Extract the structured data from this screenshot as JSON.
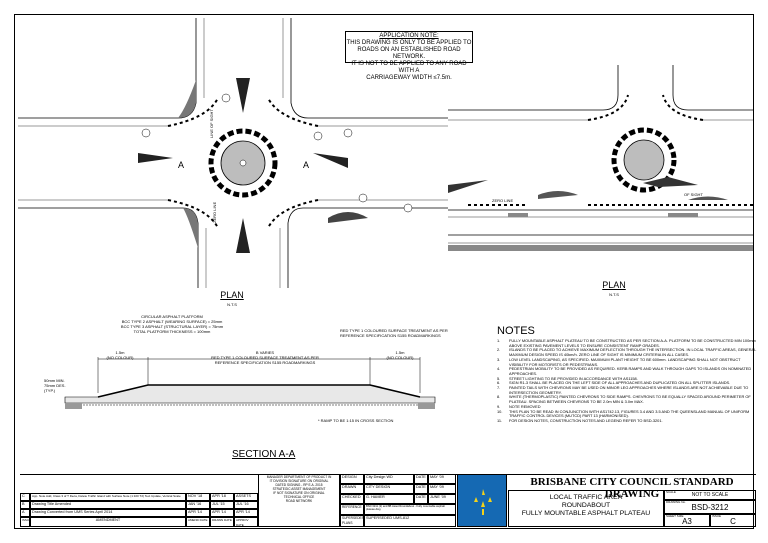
{
  "application_note": {
    "heading": "APPLICATION NOTE:",
    "lines": [
      "THIS DRAWING IS ONLY TO BE APPLIED TO",
      "ROADS ON AN ESTABLISHED ROAD NETWORK.",
      "IT IS NOT TO BE APPLIED TO ANY ROAD WITH A",
      "CARRIAGEWAY WIDTH ≤7.5m."
    ]
  },
  "plan_left": {
    "title": "PLAN",
    "scale": "N.T.S",
    "section_marks": [
      "A",
      "A"
    ],
    "labels": [
      "LINE OF SIGHT",
      "ZERO LINE"
    ]
  },
  "plan_right": {
    "title": "PLAN",
    "scale": "N.T.S",
    "labels": [
      "ZERO LINE",
      "OF SIGHT"
    ]
  },
  "section": {
    "title": "SECTION A-A",
    "callout_left": [
      "CIRCULAR ASPHALT PLATFORM",
      "BCC TYPE 2 ASPHALT (WEARING SURFACE) = 25mm",
      "BCC TYPE 3 ASPHALT (STRUCTURAL LAYER) = 75mm",
      "TOTAL PLATFORM THICKNESS = 100mm"
    ],
    "callout_right": [
      "RED TYPE 1 COLOURED SURFACE TREATMENT AS PER",
      "REFERENCE SPECIFICATION S155 ROADMARKINGS"
    ],
    "dim_left": {
      "value": "1.5m",
      "note": "(NO COLOUR)"
    },
    "dim_mid": {
      "value": "B VARIES",
      "note": "RED TYPE 1 COLOURED SURFACE TREATMENT AS PER",
      "note2": "REFERENCE SPECIFICATION S155 ROADMARKINGS"
    },
    "dim_right": {
      "value": "1.5m",
      "note": "(NO COLOUR)"
    },
    "left_note": [
      "50mm MIN.",
      "75mm DES.",
      "(TYP.)"
    ],
    "ramp_note": "* RAMP TO BE 1:15 IN CROSS SECTION"
  },
  "notes": {
    "title": "NOTES",
    "items": [
      {
        "n": "1.",
        "text": "FULLY MOUNTABLE ASPHALT PLATEAU TO BE CONSTRUCTED AS PER SECTION A-A. PLATFORM TO BE CONSTRUCTED MIN 100mm ABOVE EXISTING PAVEMENT LEVELS TO ENSURE CONSISTENT RAMP GRADES."
      },
      {
        "n": "2.",
        "text": "ISLANDS TO BE PLACED TO ACHIEVE MAXIMUM DEFLECTION THROUGH THE INTERSECTION. IN LOCAL TRAFFIC AREAS, GENERAL MAXIMUM DESIGN SPEED IS 40km/h. ZERO LINE OF SIGHT IS MINIMUM CRITERIA IN ALL CASES."
      },
      {
        "n": "3.",
        "text": "LOW LEVEL LANDSCAPING, AS SPECIFIED. MAXIMUM PLANT HEIGHT TO BE 600mm. LANDSCAPING SHALL NOT OBSTRUCT VISIBILITY FOR MOTORISTS OR PEDESTRIANS."
      },
      {
        "n": "4.",
        "text": "PEDESTRIAN MOBILITY TO BE PROVIDED AS REQUIRED. KERB RAMPS AND WALK THROUGH GAPS TO ISLANDS ON NOMINATED APPROACHES."
      },
      {
        "n": "5.",
        "text": "STREET LIGHTING TO BE PROVIDED IN ACCORDANCE WITH AS1158."
      },
      {
        "n": "6.",
        "text": "SIGN R1-3 SHALL BE PLACED ON THE LEFT SIDE OF ALL APPROACHES AND DUPLICATED ON ALL SPLITTER ISLANDS."
      },
      {
        "n": "7.",
        "text": "PAINTED TAILS WITH CHEVRONS MAY BE USED ON MINOR LEG APPROACHES WHERE ISLANDS ARE NOT ACHIEVABLE DUE TO INTERSECTION GEOMETRY."
      },
      {
        "n": "8.",
        "text": "WHITE (THERMOPLASTIC) PAINTED CHEVRONS TO SIDE RAMPS. CHEVRONS TO BE EQUALLY SPACED AROUND PERIMETER OF PLATEAU. SPACING BETWEEN CHEVRONS TO BE 2.0m MIN & 3.0m MAX."
      },
      {
        "n": "9.",
        "text": "NOTE REMOVED"
      },
      {
        "n": "10.",
        "text": "THIS PLAN TO BE READ IN CONJUNCTION WITH AS1742.13, FIGURES 3.4 AND 3.5 AND THE QUEENSLAND MANUAL OF UNIFORM TRAFFIC CONTROL DEVICES (MUTCD) PART 13 (HARMONISED)."
      },
      {
        "n": "11.",
        "text": "FOR DESIGN NOTES, CONSTRUCTION NOTES AND LEGEND REFER TO BSD-3201."
      }
    ]
  },
  "revisions": [
    {
      "issue": "C",
      "amendment": "App. Note Add, Class 3 of T Deca, Delete Traffic Island with Surface Note (1:100 T2) Text Update, Vertical Scale Removed",
      "date": "NOV '18",
      "drawn": "APR '18",
      "approved": "ASSETS"
    },
    {
      "issue": "B",
      "amendment": "Drawing Title Amended",
      "date": "JAN '16",
      "drawn": "JUL '15",
      "approved": "JUL '16"
    },
    {
      "issue": "A",
      "amendment": "Drawing Converted from UMS Series April 2014",
      "date": "APR '14",
      "drawn": "APR '14",
      "approved": "APR '14"
    }
  ],
  "revision_headers": {
    "issue": "ISSUE",
    "amendment": "AMENDMENT",
    "date": "AMEND DATE",
    "drawn": "DRAWN DATE",
    "approved": "APPROV DATE"
  },
  "signoff": {
    "line1": "MANAGER DEPARTMENT OF PRODUCT IN",
    "line2": "IT DIVISION SIGNATURE ON ORIGINAL",
    "line3": "DATED SIGNING - RP E.A. 2015",
    "line4": "STRATEGIC ASSET MANAGEMENT",
    "line5": "IF NOT SIGNATURE ON ORIGINAL",
    "line6": "TECHNICAL OFFICE",
    "line7": "ROAD NETWORK"
  },
  "design_block": {
    "design_label": "DESIGN",
    "design_value": "City Design WD",
    "drawn_label": "DRAWN",
    "drawn_value": "CITY DESIGN",
    "checked_label": "CHECKED",
    "checked_value": "G. HAMER",
    "ref_label": "REFERENCE",
    "ref_value": "BSD 3211 (2) and 8B Asset Roundabout - Fully mountable asphalt plateau.dwg",
    "supersedes_label": "SUPERSEDES PLANS",
    "supersedes_value": "SUPERSEDED UMS-812",
    "date_label": "DATE",
    "dates": [
      "MAY '09",
      "MAY '09",
      "JUNE '09"
    ]
  },
  "title_block": {
    "council": "BRISBANE CITY COUNCIL STANDARD DRAWING",
    "title_lines": [
      "LOCAL TRAFFIC AREA",
      "ROUNDABOUT",
      "FULLY MOUNTABLE ASPHALT PLATEAU"
    ],
    "scale_label": "SCALE",
    "scale_value": "NOT TO SCALE",
    "dwg_label": "DRAWING No.",
    "dwg_value": "BSD-3212",
    "size_label": "SHEET SIZE",
    "size_value": "A3",
    "issue_label": "ISSUE",
    "issue_value": "C"
  }
}
